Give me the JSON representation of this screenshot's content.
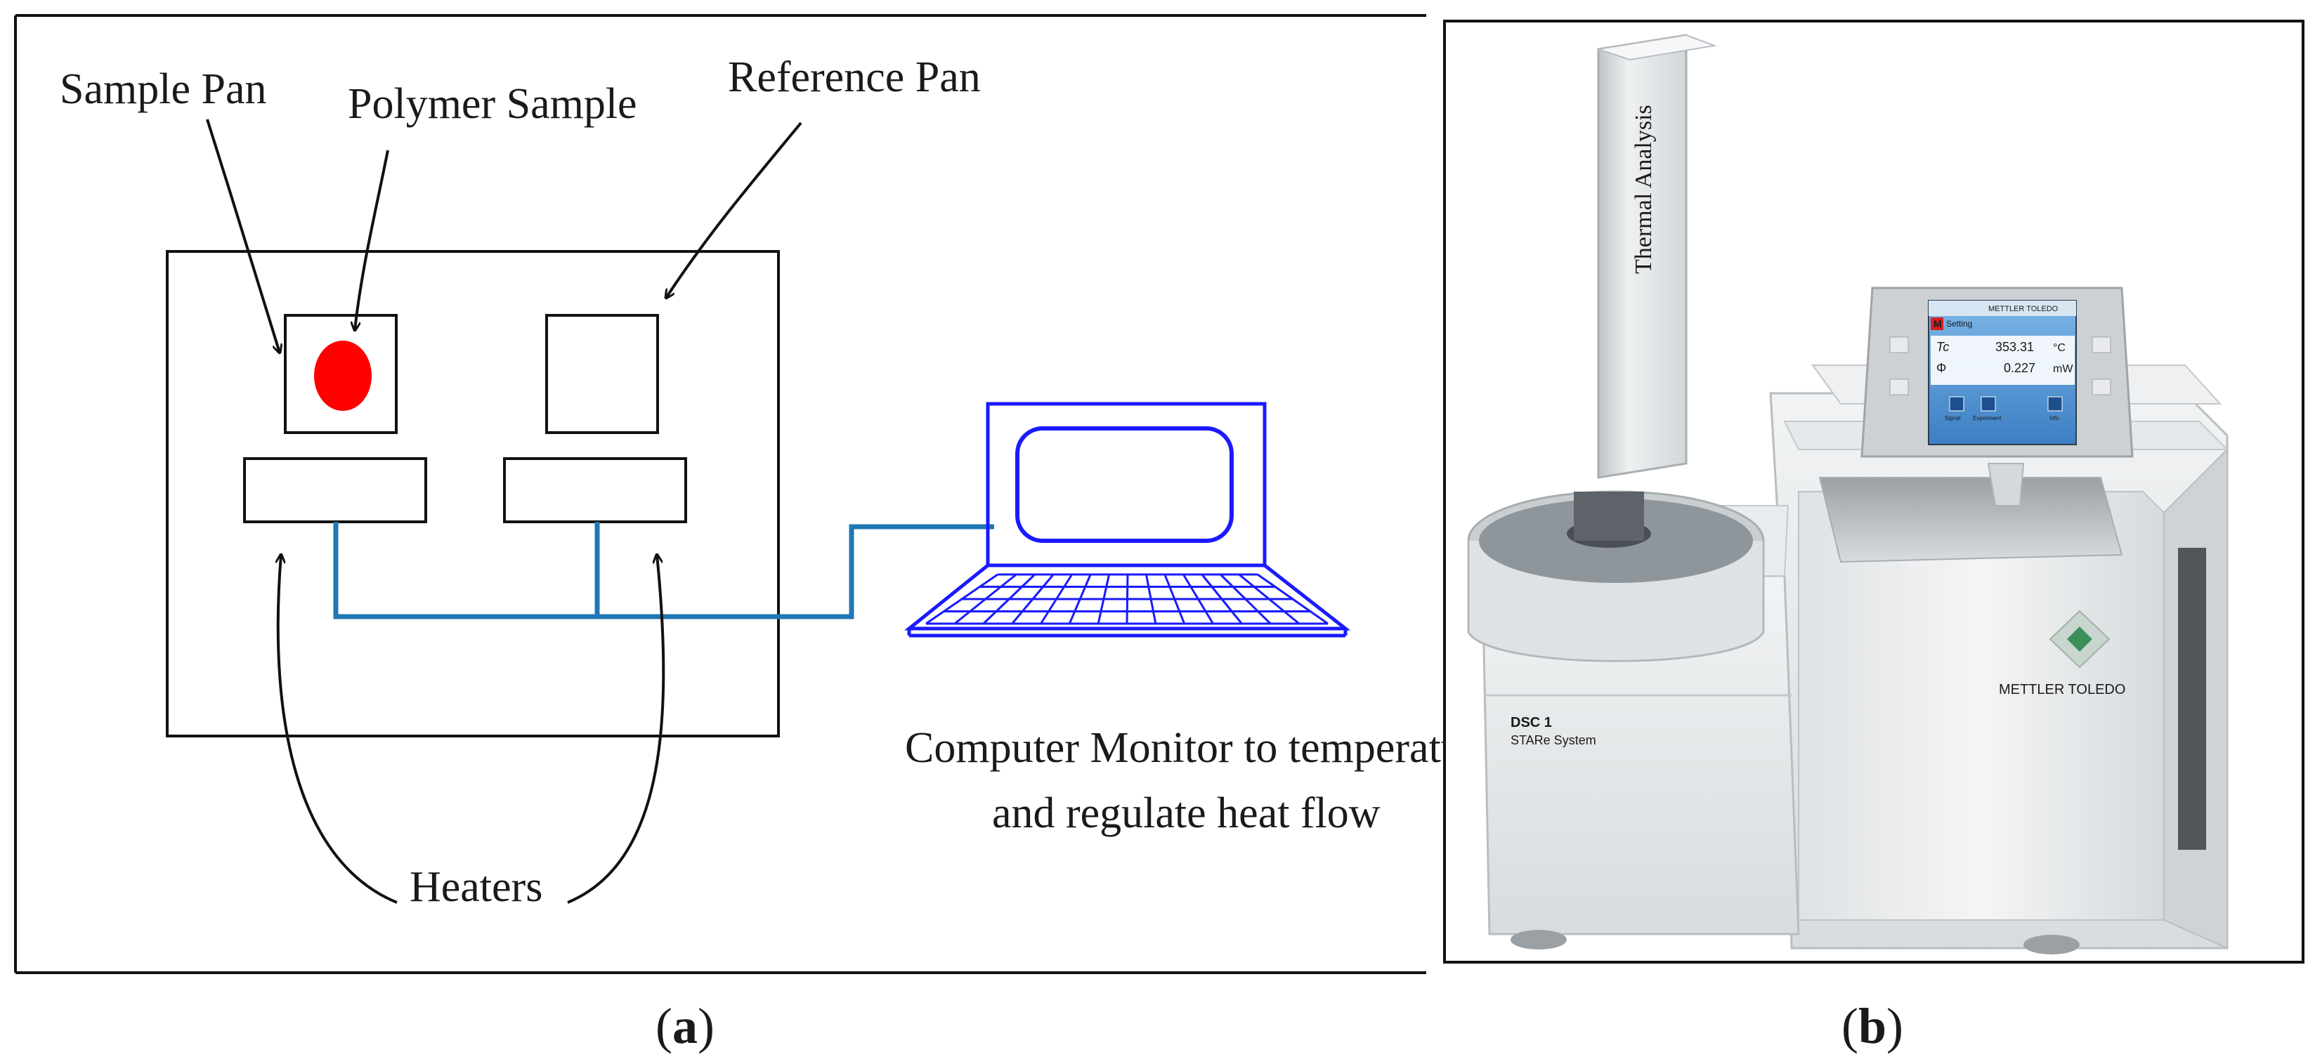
{
  "panel_a": {
    "labels": {
      "sample_pan": "Sample Pan",
      "polymer_sample": "Polymer Sample",
      "reference_pan": "Reference Pan",
      "heaters": "Heaters",
      "computer_line1": "Computer Monitor to temperature",
      "computer_line2": "and regulate heat flow"
    },
    "caption": "(a)",
    "colors": {
      "sample": "#ff0000",
      "wire": "#1f77b4",
      "computer": "#1a1aff",
      "outline": "#111111"
    }
  },
  "panel_b": {
    "caption": "(b)",
    "instrument": {
      "column_text": "Thermal Analysis",
      "brand": "METTLER TOLEDO",
      "model": "DSC 1",
      "system": "STARe System",
      "screen": {
        "header": "METTLER TOLEDO",
        "app": "Setting",
        "rows": [
          {
            "symbol": "Tc",
            "value": "353.31",
            "unit": "°C"
          },
          {
            "symbol": "Φ",
            "value": "0.227",
            "unit": "mW"
          }
        ],
        "buttons": [
          "Signal",
          "Experiment",
          "Info"
        ]
      }
    }
  }
}
